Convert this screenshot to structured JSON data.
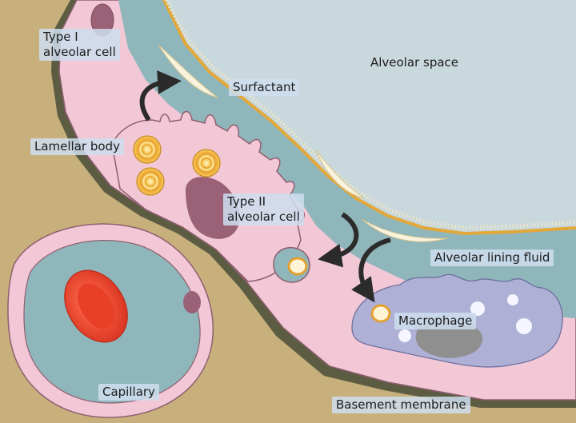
{
  "labels": {
    "type1_cell": "Type I\nalveolar cell",
    "alveolar_space": "Alveolar space",
    "surfactant": "Surfactant",
    "lamellar_body": "Lamellar body",
    "type2_cell": "Type II\nalveolar cell",
    "lining_fluid": "Alveolar lining fluid",
    "macrophage": "Macrophage",
    "capillary": "Capillary",
    "basement_membrane": "Basement membrane"
  },
  "colors": {
    "interstitium": "#c8b07c",
    "basement_membrane": "#5c5c43",
    "cell_pink": "#f2c8d6",
    "cell_outline": "#8f5f70",
    "lining_fluid": "#8fb6bb",
    "alveolar_space": "#c9d8dc",
    "surfactant_layer": "#e3a83a",
    "nucleus": "#9a6177",
    "macrophage": "#aeb0d6",
    "red_blood_cell": "#e8412b",
    "lamellar_body": "#f1b93c"
  }
}
